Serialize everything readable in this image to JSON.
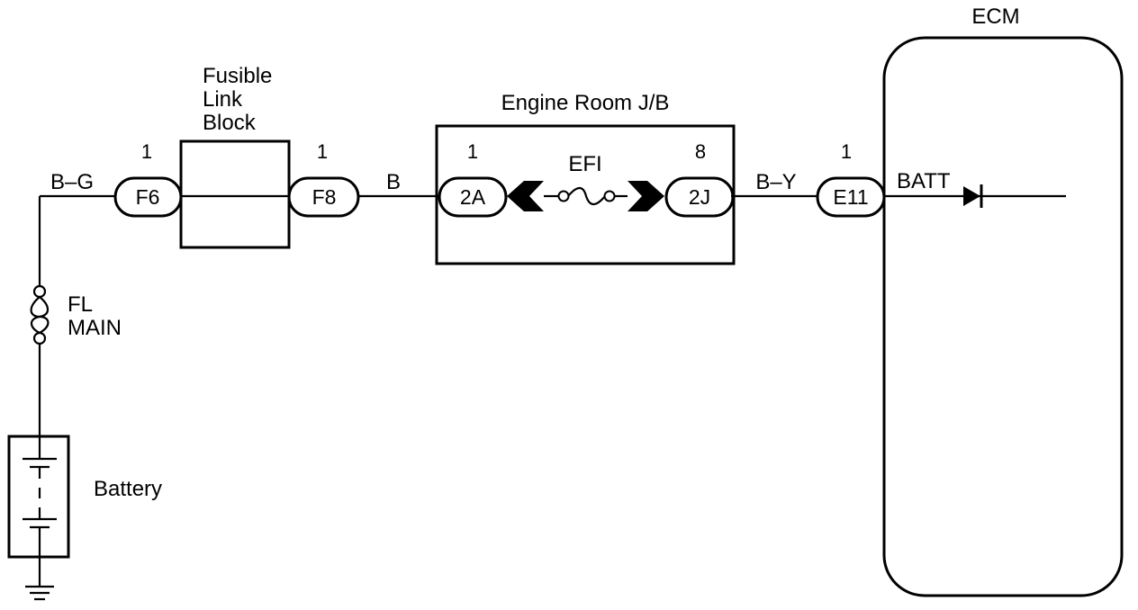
{
  "labels": {
    "ecm": "ECM",
    "fusible_link_block_line1": "Fusible",
    "fusible_link_block_line2": "Link",
    "fusible_link_block_line3": "Block",
    "engine_room_jb": "Engine Room J/B",
    "efi": "EFI",
    "batt": "BATT",
    "fl_main_line1": "FL",
    "fl_main_line2": "MAIN",
    "battery": "Battery"
  },
  "wires": {
    "b_g": "B–G",
    "b": "B",
    "b_y": "B–Y"
  },
  "connectors": {
    "f6": {
      "name": "F6",
      "pin": "1"
    },
    "f8": {
      "name": "F8",
      "pin": "1"
    },
    "c2a": {
      "name": "2A",
      "pin": "1"
    },
    "c2j": {
      "name": "2J",
      "pin": "8"
    },
    "e11": {
      "name": "E11",
      "pin": "1"
    }
  }
}
